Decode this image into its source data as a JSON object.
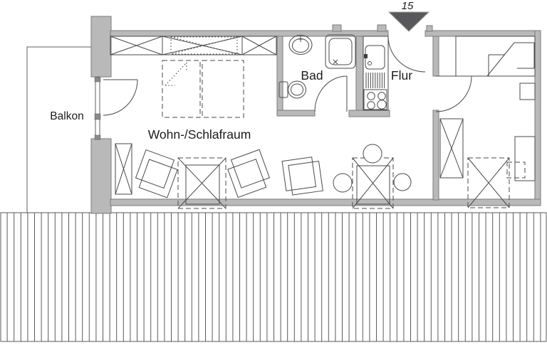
{
  "unit": {
    "number": "15"
  },
  "labels": {
    "balcony": "Balkon",
    "living_sleeping_room": "Wohn-/Schlafraum",
    "bathroom": "Bad",
    "hallway": "Flur"
  },
  "colors": {
    "background": "#ffffff",
    "wall_fill": "#b9b9b9",
    "wall_stroke": "#7a7a7a",
    "line": "#4a4a4a",
    "text": "#1c1c1c",
    "entrance_arrow": "#58585a",
    "hatch_line": "#5a5a5a"
  },
  "fixtures": [
    "entrance-arrow-icon",
    "wardrobe-band",
    "fold-out-beds",
    "balcony-window-door",
    "washbasin",
    "shower",
    "toilet",
    "kitchen-sink",
    "drainboard",
    "stove",
    "entrance-door",
    "bathroom-door",
    "bedroom-door",
    "bed",
    "nightstand",
    "wardrobe",
    "desk",
    "desk-chair",
    "dining-table",
    "stools",
    "armchairs",
    "side-table",
    "shelf",
    "terrace-decking"
  ]
}
